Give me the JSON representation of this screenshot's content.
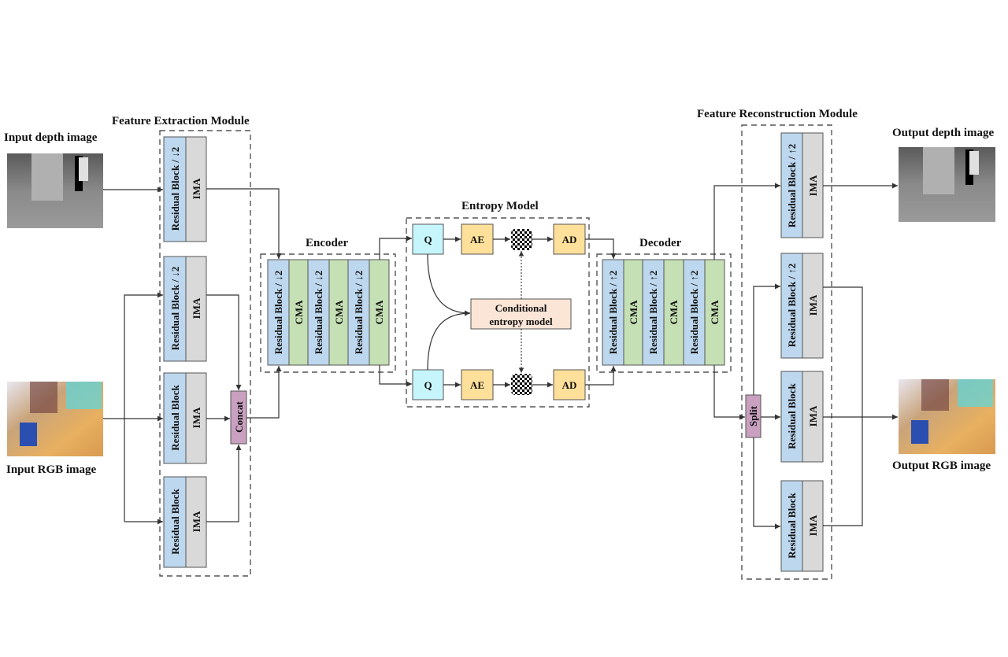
{
  "labels": {
    "input_depth": "Input depth image",
    "input_rgb": "Input RGB image",
    "output_depth": "Output depth image",
    "output_rgb": "Output RGB image",
    "feature_extraction": "Feature Extraction Module",
    "feature_reconstruction": "Feature Reconstruction Module",
    "encoder": "Encoder",
    "decoder": "Decoder",
    "entropy_model": "Entropy Model"
  },
  "blocks": {
    "res_down": "Residual Block / ↓2",
    "res_up": "Residual Block / ↑2",
    "res": "Residual Block",
    "ima": "IMA",
    "cma": "CMA",
    "concat": "Concat",
    "split": "Split",
    "q": "Q",
    "ae": "AE",
    "ad": "AD",
    "cond_line1": "Conditional",
    "cond_line2": "entropy model"
  },
  "colors": {
    "residual": "#bdd7ee",
    "ima": "#d9d9d9",
    "cma": "#c5e0b4",
    "concat_split": "#c9a0c0",
    "quantizer": "#c6f6fb",
    "coder": "#ffe09a",
    "conditional": "#fbe5d6"
  }
}
